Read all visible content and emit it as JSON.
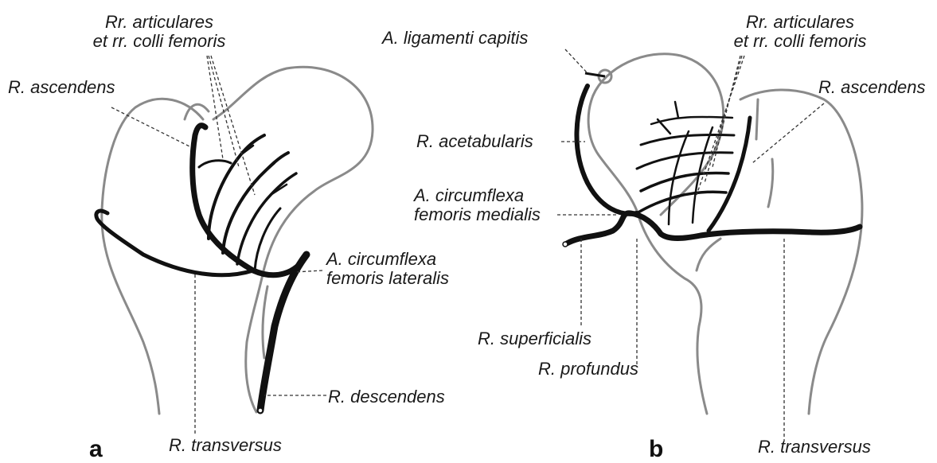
{
  "panel_a": {
    "letter": "a",
    "labels": {
      "rr_articulares_1": "Rr. articulares",
      "rr_articulares_2": "et rr. colli femoris",
      "r_ascendens": "R. ascendens",
      "a_circumflexa_1": "A. circumflexa",
      "a_circumflexa_2": "femoris lateralis",
      "r_descendens": "R. descendens",
      "r_transversus": "R. transversus"
    }
  },
  "panel_b": {
    "letter": "b",
    "labels": {
      "a_ligamenti": "A. ligamenti capitis",
      "rr_articulares_1": "Rr. articulares",
      "rr_articulares_2": "et rr. colli femoris",
      "r_ascendens": "R. ascendens",
      "r_acetabularis": "R. acetabularis",
      "a_circumflexa_1": "A.  circumflexa",
      "a_circumflexa_2": "femoris medialis",
      "r_superficialis": "R. superficialis",
      "r_profundus": "R. profundus",
      "r_transversus": "R. transversus"
    }
  },
  "colors": {
    "vessel": "#111111",
    "bone": "#8a8a8a",
    "leader": "#333333"
  }
}
